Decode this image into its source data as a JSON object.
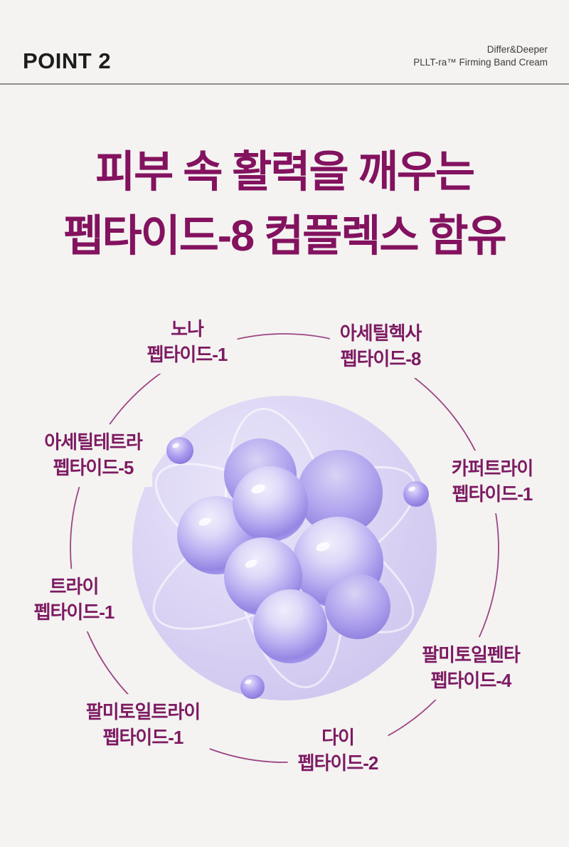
{
  "header": {
    "point_label": "POINT 2",
    "brand_line1": "Differ&Deeper",
    "brand_line2": "PLLT-ra™ Firming Band Cream"
  },
  "headline": {
    "line1": "피부 속 활력을 깨우는",
    "line2": "펩타이드-8 컴플렉스 함유"
  },
  "diagram": {
    "labels": [
      {
        "id": "nona",
        "line1": "노나",
        "line2": "펩타이드-1"
      },
      {
        "id": "acetylhexa",
        "line1": "아세틸헥사",
        "line2": "펩타이드-8"
      },
      {
        "id": "acetyltetra",
        "line1": "아세틸테트라",
        "line2": "펩타이드-5"
      },
      {
        "id": "coppertri",
        "line1": "카퍼트라이",
        "line2": "펩타이드-1"
      },
      {
        "id": "tri",
        "line1": "트라이",
        "line2": "펩타이드-1"
      },
      {
        "id": "palmitoylpenta",
        "line1": "팔미토일펜타",
        "line2": "펩타이드-4"
      },
      {
        "id": "palmitoyltri",
        "line1": "팔미토일트라이",
        "line2": "펩타이드-1"
      },
      {
        "id": "di",
        "line1": "다이",
        "line2": "펩타이드-2"
      }
    ]
  },
  "colors": {
    "background": "#f4f3f1",
    "headline_text": "#83125f",
    "label_text": "#7d1a62",
    "connector_arc": "#9c4585",
    "sphere_lavender": "#b2a4ef",
    "divider_gray": "#8f8f8f"
  }
}
